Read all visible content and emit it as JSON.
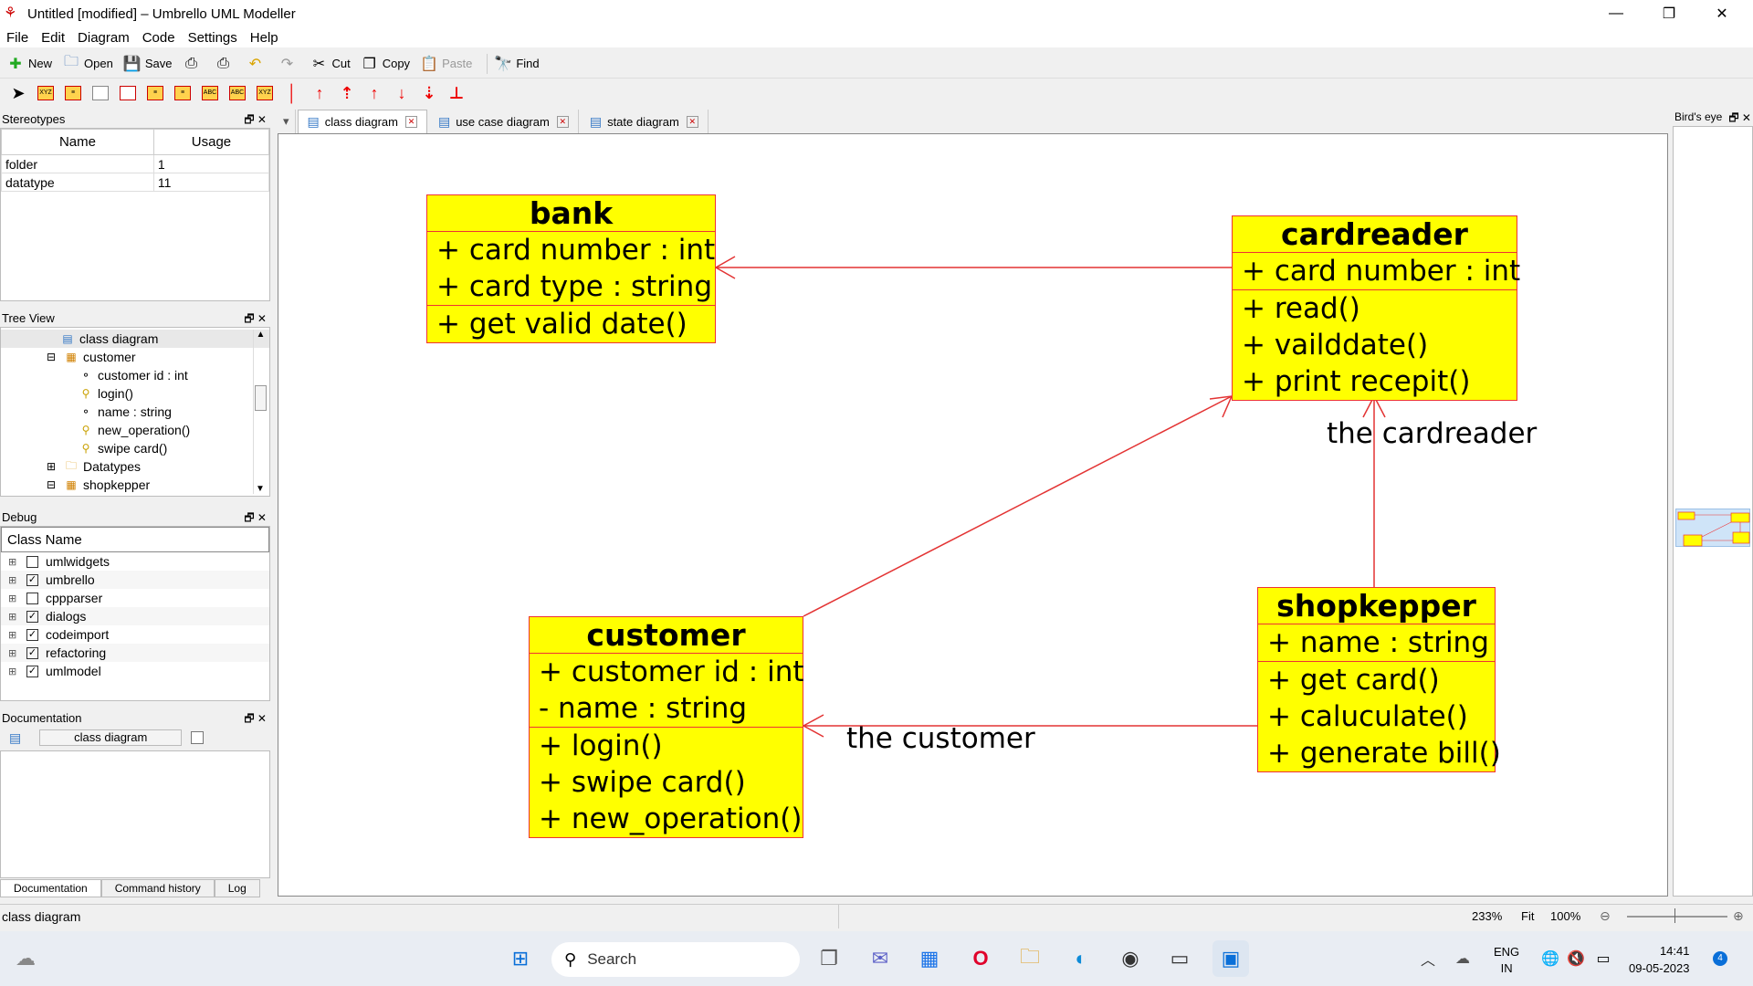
{
  "window": {
    "title": "Untitled [modified] – Umbrello UML Modeller",
    "minimize": "—",
    "maximize": "❐",
    "close": "✕"
  },
  "menu": [
    "File",
    "Edit",
    "Diagram",
    "Code",
    "Settings",
    "Help"
  ],
  "toolbar": {
    "new": "New",
    "open": "Open",
    "save": "Save",
    "cut": "Cut",
    "copy": "Copy",
    "paste": "Paste",
    "find": "Find"
  },
  "stereotypes": {
    "title": "Stereotypes",
    "col_name": "Name",
    "col_usage": "Usage",
    "rows": [
      {
        "name": "folder",
        "usage": "1"
      },
      {
        "name": "datatype",
        "usage": "11"
      }
    ]
  },
  "tree": {
    "title": "Tree View",
    "items": [
      {
        "label": "class diagram",
        "icon": "diagram-icon"
      },
      {
        "label": "customer",
        "icon": "class-icon"
      },
      {
        "label": "customer id : int",
        "icon": "attribute-icon"
      },
      {
        "label": "login()",
        "icon": "operation-icon"
      },
      {
        "label": "name : string",
        "icon": "attribute-icon"
      },
      {
        "label": "new_operation()",
        "icon": "operation-icon"
      },
      {
        "label": "swipe card()",
        "icon": "operation-icon"
      },
      {
        "label": "Datatypes",
        "icon": "folder-icon"
      },
      {
        "label": "shopkepper",
        "icon": "class-icon"
      }
    ]
  },
  "debug": {
    "title": "Debug",
    "header": "Class Name",
    "rows": [
      {
        "label": "umlwidgets",
        "checked": false
      },
      {
        "label": "umbrello",
        "checked": true
      },
      {
        "label": "cppparser",
        "checked": false
      },
      {
        "label": "dialogs",
        "checked": true
      },
      {
        "label": "codeimport",
        "checked": true
      },
      {
        "label": "refactoring",
        "checked": true
      },
      {
        "label": "umlmodel",
        "checked": true
      }
    ]
  },
  "documentation": {
    "title": "Documentation",
    "field": "class diagram",
    "tabs": [
      "Documentation",
      "Command history",
      "Log"
    ]
  },
  "tabs": [
    "class diagram",
    "use case diagram",
    "state diagram"
  ],
  "birdseye": {
    "title": "Bird's eye"
  },
  "diagram": {
    "bank": {
      "name": "bank",
      "attributes": [
        "+ card number : int",
        "+ card type  : string"
      ],
      "operations": [
        "+ get valid date()"
      ]
    },
    "cardreader": {
      "name": "cardreader",
      "attributes": [
        "+ card number : int"
      ],
      "operations": [
        "+ read()",
        "+ vailddate()",
        "+ print recepit()"
      ]
    },
    "customer": {
      "name": "customer",
      "attributes": [
        "+ customer id : int",
        "- name : string"
      ],
      "operations": [
        "+ login()",
        "+ swipe card()",
        "+ new_operation()"
      ]
    },
    "shopkepper": {
      "name": "shopkepper",
      "attributes": [
        "+ name : string"
      ],
      "operations": [
        "+ get card()",
        "+ caluculate()",
        "+ generate bill()"
      ]
    },
    "labels": {
      "cardreader_role": "the cardreader",
      "customer_role": "the customer"
    },
    "line_color": "#e33333",
    "class_fill": "#ffff00"
  },
  "status": {
    "text": "class diagram",
    "zoom": "233%",
    "fit": "Fit",
    "hundred": "100%"
  },
  "taskbar": {
    "search": "Search",
    "lang1": "ENG",
    "lang2": "IN",
    "time": "14:41",
    "date": "09-05-2023",
    "badge": "4"
  }
}
